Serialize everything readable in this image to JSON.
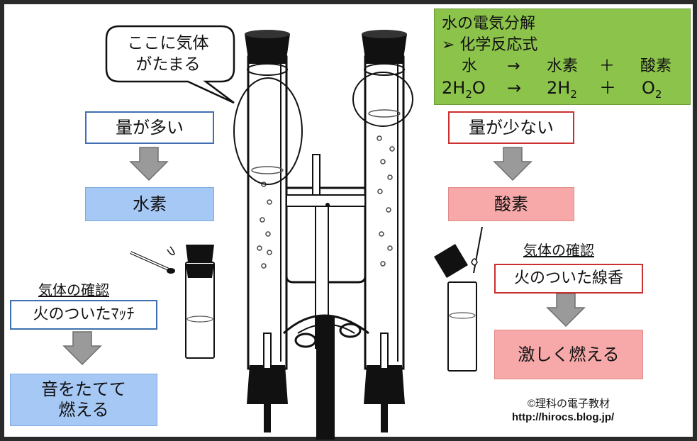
{
  "callout": {
    "line1": "ここに気体",
    "line2": "がたまる"
  },
  "hydrogen": {
    "amount": "量が多い",
    "name": "水素",
    "check_title": "気体の確認",
    "test": "火のついたﾏｯﾁ",
    "result_line1": "音をたてて",
    "result_line2": "燃える"
  },
  "oxygen": {
    "amount": "量が少ない",
    "name": "酸素",
    "check_title": "気体の確認",
    "test": "火のついた線香",
    "result": "激しく燃える"
  },
  "equation": {
    "title": "水の電気分解",
    "subtitle": "➢ 化学反応式",
    "words": {
      "water": "水",
      "arrow": "→",
      "hydrogen": "水素",
      "plus": "＋",
      "oxygen": "酸素"
    },
    "formula": {
      "h2o_coef": "2",
      "h": "H",
      "two": "2",
      "o": "O",
      "arrow": "→",
      "h2_coef": "2",
      "plus": "＋"
    }
  },
  "credit": {
    "line1": "©理科の電子教材",
    "line2": "http://hirocs.blog.jp/"
  },
  "colors": {
    "blue_fill": "#a6c8f5",
    "red_fill": "#f7a9a9",
    "green_fill": "#8cc34b",
    "blue_border": "#3f6fb0",
    "red_border": "#cc2f2f"
  }
}
